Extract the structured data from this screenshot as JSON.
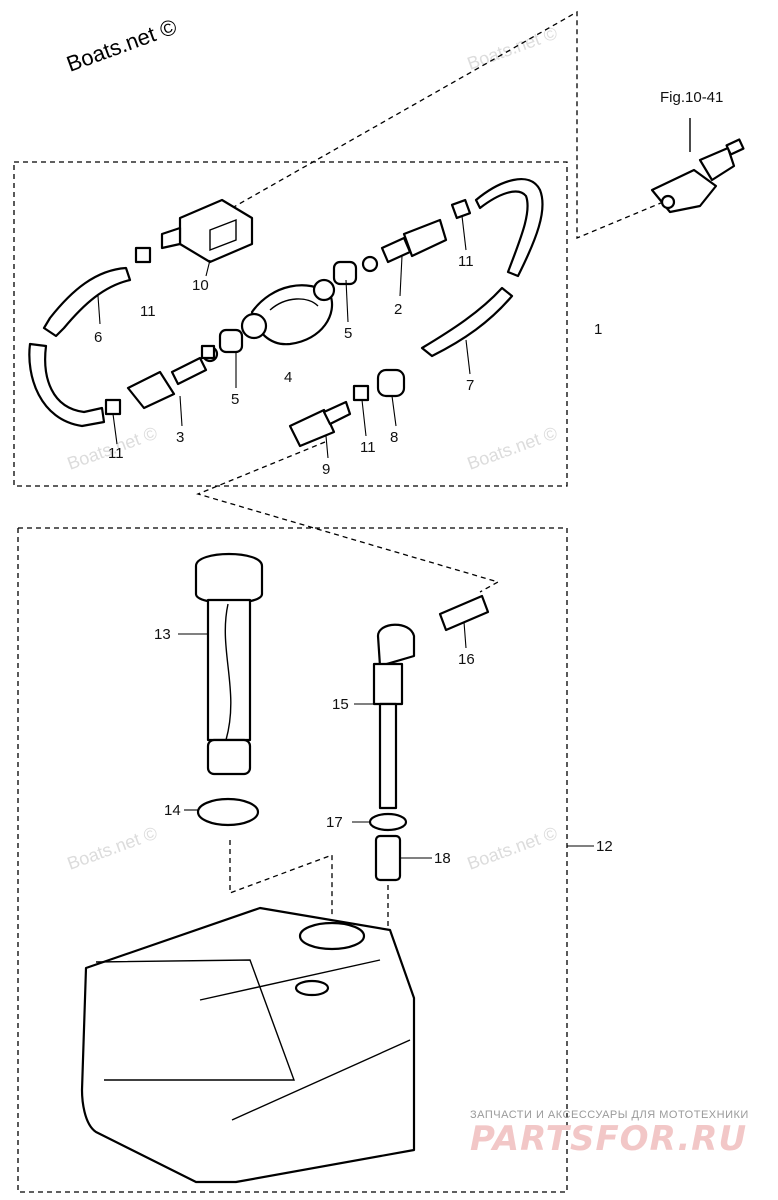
{
  "brand": {
    "text": "Boats.net ©"
  },
  "watermark": {
    "text": "Boats.net ©"
  },
  "reference": {
    "text": "Fig.10-41"
  },
  "callouts": {
    "p1": "1",
    "p2": "2",
    "p3": "3",
    "p4": "4",
    "p5a": "5",
    "p5b": "5",
    "p6": "6",
    "p7": "7",
    "p8": "8",
    "p9": "9",
    "p10": "10",
    "p11a": "11",
    "p11b": "11",
    "p11c": "11",
    "p11d": "11",
    "p11e": "11",
    "p12": "12",
    "p13": "13",
    "p14": "14",
    "p15": "15",
    "p16": "16",
    "p17": "17",
    "p18": "18"
  },
  "footer": {
    "tagline": "ЗАПЧАСТИ И АКСЕССУАРЫ ДЛЯ МОТОТЕХНИКИ",
    "logo": "PARTSFOR.RU"
  },
  "colors": {
    "line": "#000000",
    "watermark": "#dcdcdc",
    "logo": "#f2c7c7"
  }
}
